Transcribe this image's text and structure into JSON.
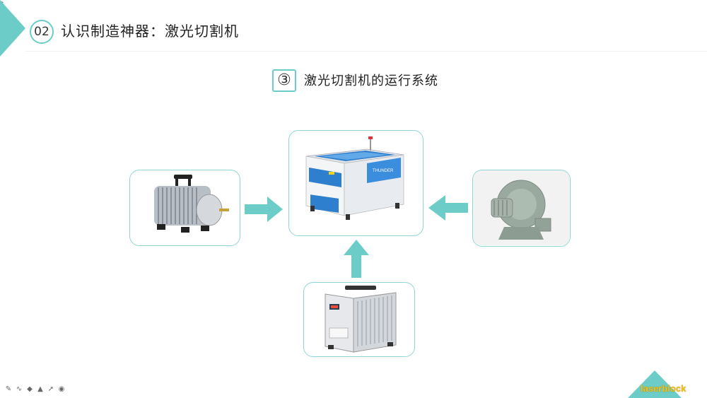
{
  "header": {
    "section_number": "02",
    "section_title": "认识制造神器：激光切割机"
  },
  "subheader": {
    "number": "③",
    "title": "激光切割机的运行系统"
  },
  "components": {
    "center": "laser-cutter-image",
    "left": "air-pump-image",
    "right": "exhaust-blower-image",
    "bottom": "water-chiller-image"
  },
  "colors": {
    "accent": "#6ccdc8",
    "card_border": "#8fd6d2",
    "logo_text": "#f0c21c"
  },
  "toolbar": {
    "icons": [
      "pen-icon",
      "ink-icon",
      "eraser-icon",
      "highlighter-icon",
      "pointer-icon",
      "settings-icon"
    ]
  },
  "logo": {
    "text": "laserblock"
  }
}
